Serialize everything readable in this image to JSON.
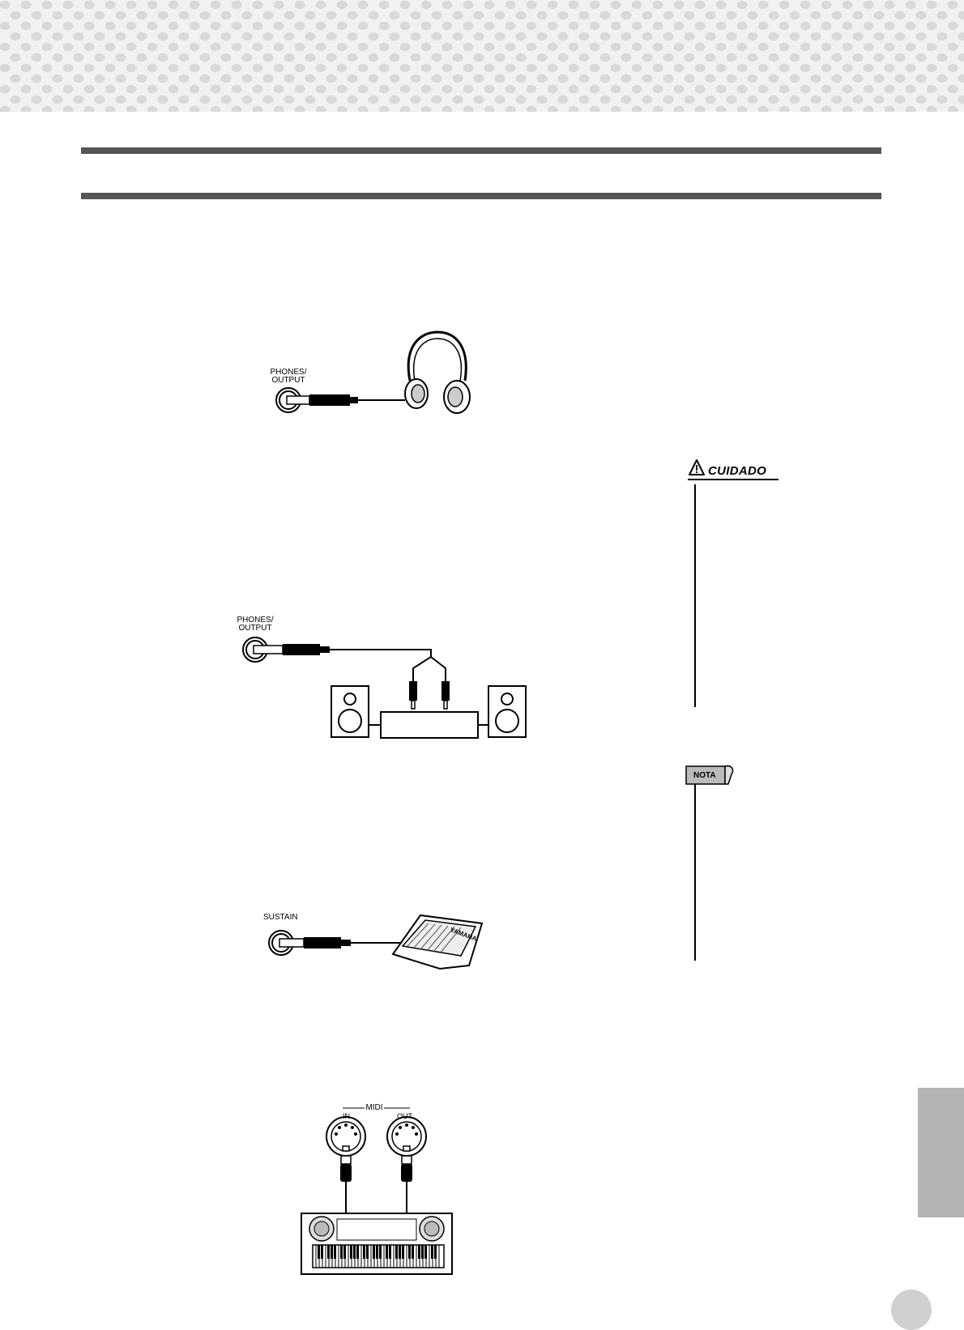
{
  "colors": {
    "header_dots": "#d9d9d9",
    "header_bg": "#f1f1f1",
    "rule": "#555555",
    "side_tab": "#b4b4b4"
  },
  "header": {
    "pattern": "dot-pattern"
  },
  "diagrams": {
    "headphones": {
      "jack_label": "PHONES/\nOUTPUT",
      "icon": "headphones-icon"
    },
    "stereo": {
      "jack_label": "PHONES/\nOUTPUT",
      "icon": "speaker-icon"
    },
    "sustain": {
      "jack_label": "SUSTAIN",
      "pedal_brand": "YAMAHA",
      "icon": "foot-pedal-icon"
    },
    "midi": {
      "group_label": "MIDI",
      "in_label": "IN",
      "out_label": "OUT",
      "icon": "keyboard-icon"
    }
  },
  "margin": {
    "caution": {
      "label": "CUIDADO",
      "icon": "warning-triangle-icon"
    },
    "note": {
      "label": "NOTA",
      "icon": "note-tag-icon"
    }
  }
}
